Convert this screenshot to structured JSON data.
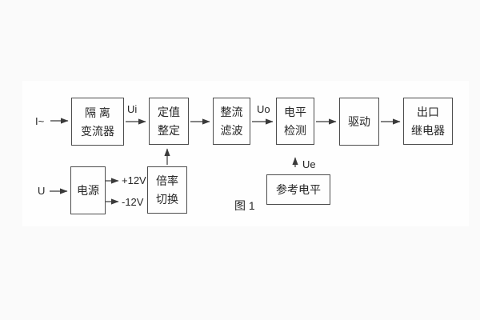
{
  "figure": {
    "caption": "图 1",
    "line_color": "#3a3a3a",
    "background": "#fafafa",
    "panel_background": "#fefefe"
  },
  "blocks": [
    {
      "id": "isolation-transformer",
      "lines": [
        "隔 离",
        "变流器"
      ]
    },
    {
      "id": "setpoint-adjust",
      "lines": [
        "定值",
        "整定"
      ]
    },
    {
      "id": "rectify-filter",
      "lines": [
        "整流",
        "滤波"
      ]
    },
    {
      "id": "level-detect",
      "lines": [
        "电平",
        "检测"
      ]
    },
    {
      "id": "drive",
      "lines": [
        "驱动"
      ]
    },
    {
      "id": "output-relay",
      "lines": [
        "出口",
        "继电器"
      ]
    },
    {
      "id": "power-supply",
      "lines": [
        "电源"
      ]
    },
    {
      "id": "ratio-switch",
      "lines": [
        "倍率",
        "切换"
      ]
    },
    {
      "id": "reference-level",
      "lines": [
        "参考电平"
      ]
    }
  ],
  "labels": {
    "input_current": "I~",
    "ui": "Ui",
    "uo": "Uo",
    "input_voltage": "U",
    "plus_12v": "+12V",
    "minus_12v": "-12V",
    "ue": "Ue"
  },
  "connections": [
    {
      "from": "input-current",
      "to": "isolation-transformer",
      "label": "I~"
    },
    {
      "from": "isolation-transformer",
      "to": "setpoint-adjust",
      "label": "Ui"
    },
    {
      "from": "setpoint-adjust",
      "to": "rectify-filter",
      "label": ""
    },
    {
      "from": "rectify-filter",
      "to": "level-detect",
      "label": "Uo"
    },
    {
      "from": "level-detect",
      "to": "drive",
      "label": ""
    },
    {
      "from": "drive",
      "to": "output-relay",
      "label": ""
    },
    {
      "from": "input-voltage",
      "to": "power-supply",
      "label": "U"
    },
    {
      "from": "power-supply",
      "to": "plus-12v-rail",
      "label": "+12V"
    },
    {
      "from": "power-supply",
      "to": "minus-12v-rail",
      "label": "-12V"
    },
    {
      "from": "ratio-switch",
      "to": "setpoint-adjust",
      "label": ""
    },
    {
      "from": "reference-level",
      "to": "level-detect",
      "label": "Ue"
    }
  ]
}
